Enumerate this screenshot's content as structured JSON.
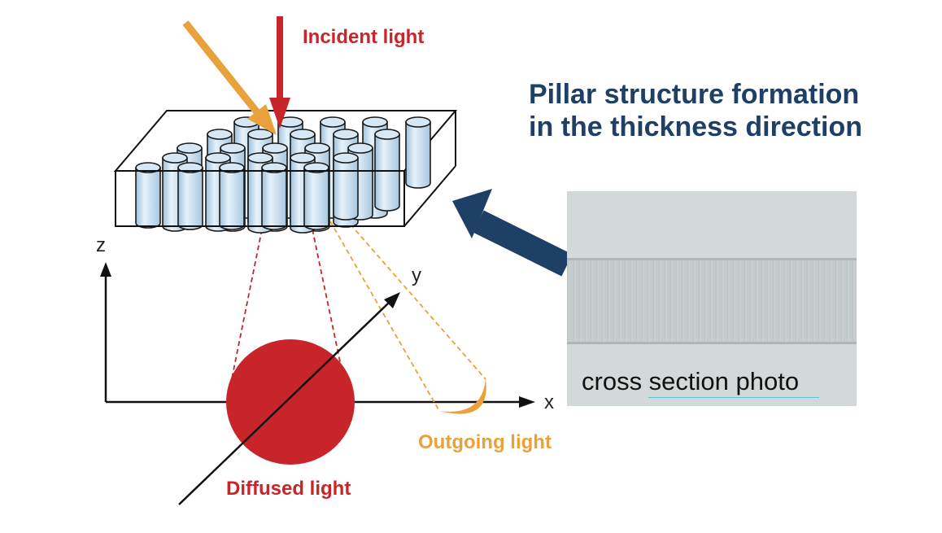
{
  "labels": {
    "incident": "Incident light",
    "title_line1": "Pillar structure formation",
    "title_line2": "in the thickness direction",
    "axis_z": "z",
    "axis_y": "y",
    "axis_x": "x",
    "outgoing": "Outgoing light",
    "diffused": "Diffused light",
    "photo_caption": "cross section photo"
  },
  "colors": {
    "red": "#c8252a",
    "orange": "#e9a23b",
    "navy": "#1e3f66",
    "pillar_fill": "#c4dcee",
    "pillar_edge": "#1a1a1a"
  }
}
